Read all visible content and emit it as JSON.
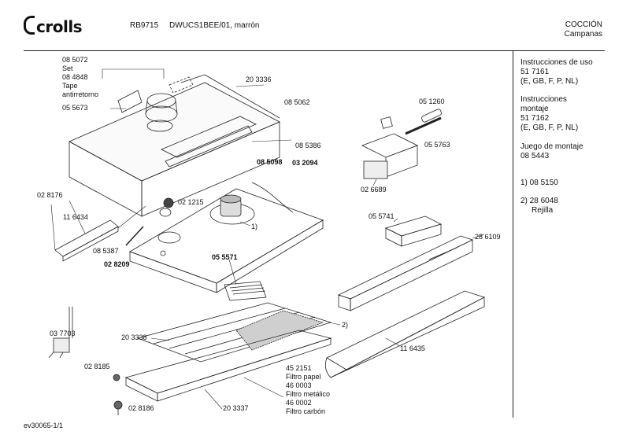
{
  "header": {
    "brand": "crolls",
    "model": "RB9715",
    "code": "DWUCS1BEE/01, marrón",
    "category_1": "COCCIÓN",
    "category_2": "Campanas"
  },
  "footer": {
    "doc_id": "ev30065-1/1"
  },
  "sidebar": {
    "lines": [
      "Instrucciones de uso",
      "51 7161",
      "(E, GB, F, P, NL)",
      "Instrucciones",
      "montaje",
      "51 7162",
      "(E, GB, F, P, NL)",
      "Juego de montaje",
      "08 5443",
      "1)  08 5150",
      "2)  28 6048",
      "Rejilla"
    ]
  },
  "parts": {
    "p085072": "08 5072",
    "set": "Set",
    "p084848": "08 4848",
    "tape": "Tape",
    "antirretorno": "antirretorno",
    "p055673": "05 5673",
    "p203336": "20 3336",
    "p085062": "08 5062",
    "p085386": "08 5386",
    "p085098": "08 5098",
    "p032094": "03 2094",
    "p028176": "02 8176",
    "p116434": "11 6434",
    "p021215": "02 1215",
    "ref1": "1)",
    "p085387": "08 5387",
    "p028209": "02 8209",
    "p055571": "05 5571",
    "p051260": "05 1260",
    "p055763": "05 5763",
    "p026689": "02 6689",
    "p055741": "05 5741",
    "p286109": "28 6109",
    "p037703": "03 7703",
    "p203338": "20 3338",
    "ref2": "2)",
    "p116435": "11 6435",
    "p028185": "02 8185",
    "p028186": "02 8186",
    "p203337": "20 3337",
    "p452151": "45 2151",
    "filtro_papel": "Filtro papel",
    "p460003": "46 0003",
    "filtro_metalico": "Filtro metálico",
    "p460002": "46 0002",
    "filtro_carbon": "Filtro carbón"
  },
  "icons": {
    "brand_mark": "crolls-logo-icon"
  }
}
